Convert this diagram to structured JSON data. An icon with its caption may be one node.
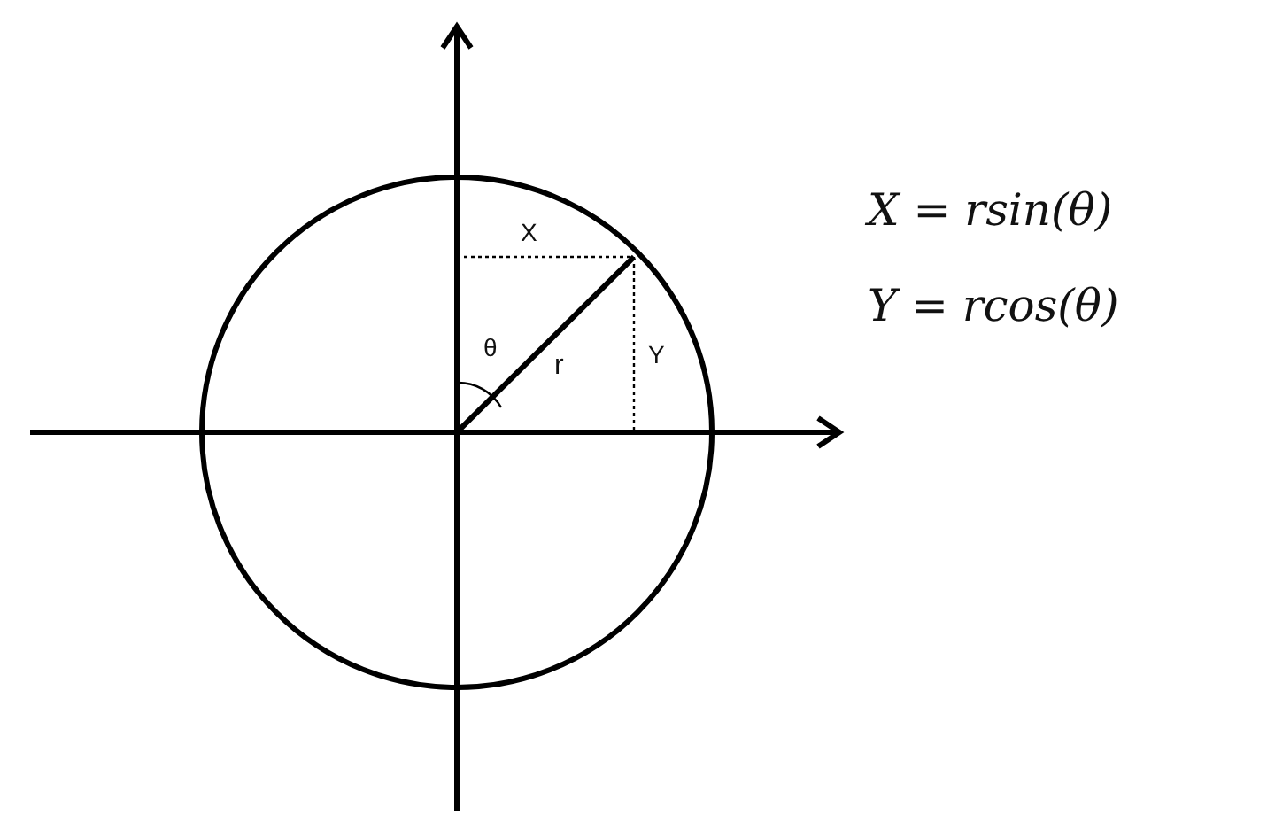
{
  "diagram": {
    "labels": [
      "X",
      "θ",
      "r",
      "Y",
      "X = rsin(θ)",
      "Y = rcos(θ)"
    ]
  }
}
